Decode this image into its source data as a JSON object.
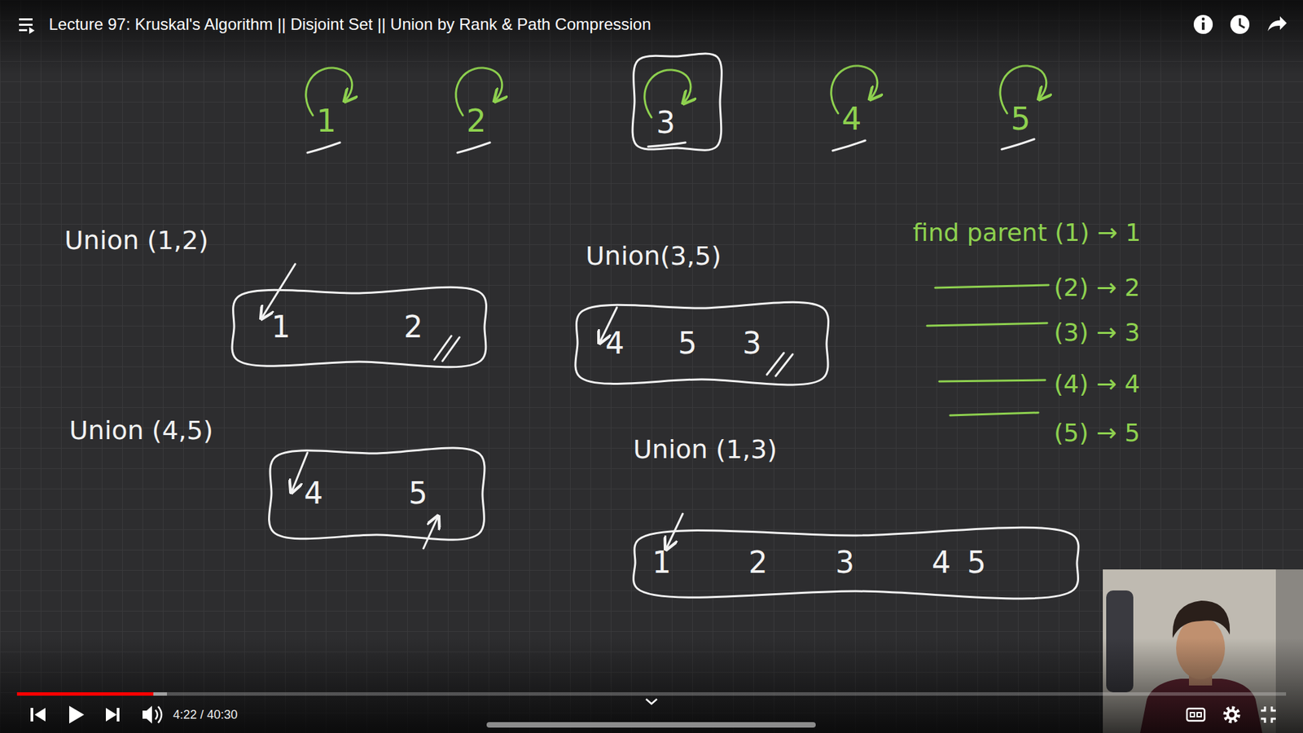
{
  "diagram": {
    "title": "Lecture 97: Kruskal's Algorithm || Disjoint Set || Union by Rank & Path Compression",
    "nodes": [
      {
        "text": [
          "3"
        ]
      },
      {
        "text": [
          "1",
          "2"
        ]
      },
      {
        "text": [
          "4",
          "5",
          "3"
        ]
      },
      {
        "text": [
          "4",
          "5"
        ]
      },
      {
        "text": [
          "1",
          "2",
          "3",
          "4",
          "5"
        ]
      }
    ],
    "labels": [
      "1",
      "2",
      "4",
      "5",
      "Union (1,2)",
      "Union(3,5)",
      "find parent (1) → 1",
      "(2) → 2",
      "(3) → 3",
      "Union (4,5)",
      "(4) → 4",
      "Union (1,3)",
      "(5) → 5",
      "4:22 / 40:30"
    ]
  }
}
